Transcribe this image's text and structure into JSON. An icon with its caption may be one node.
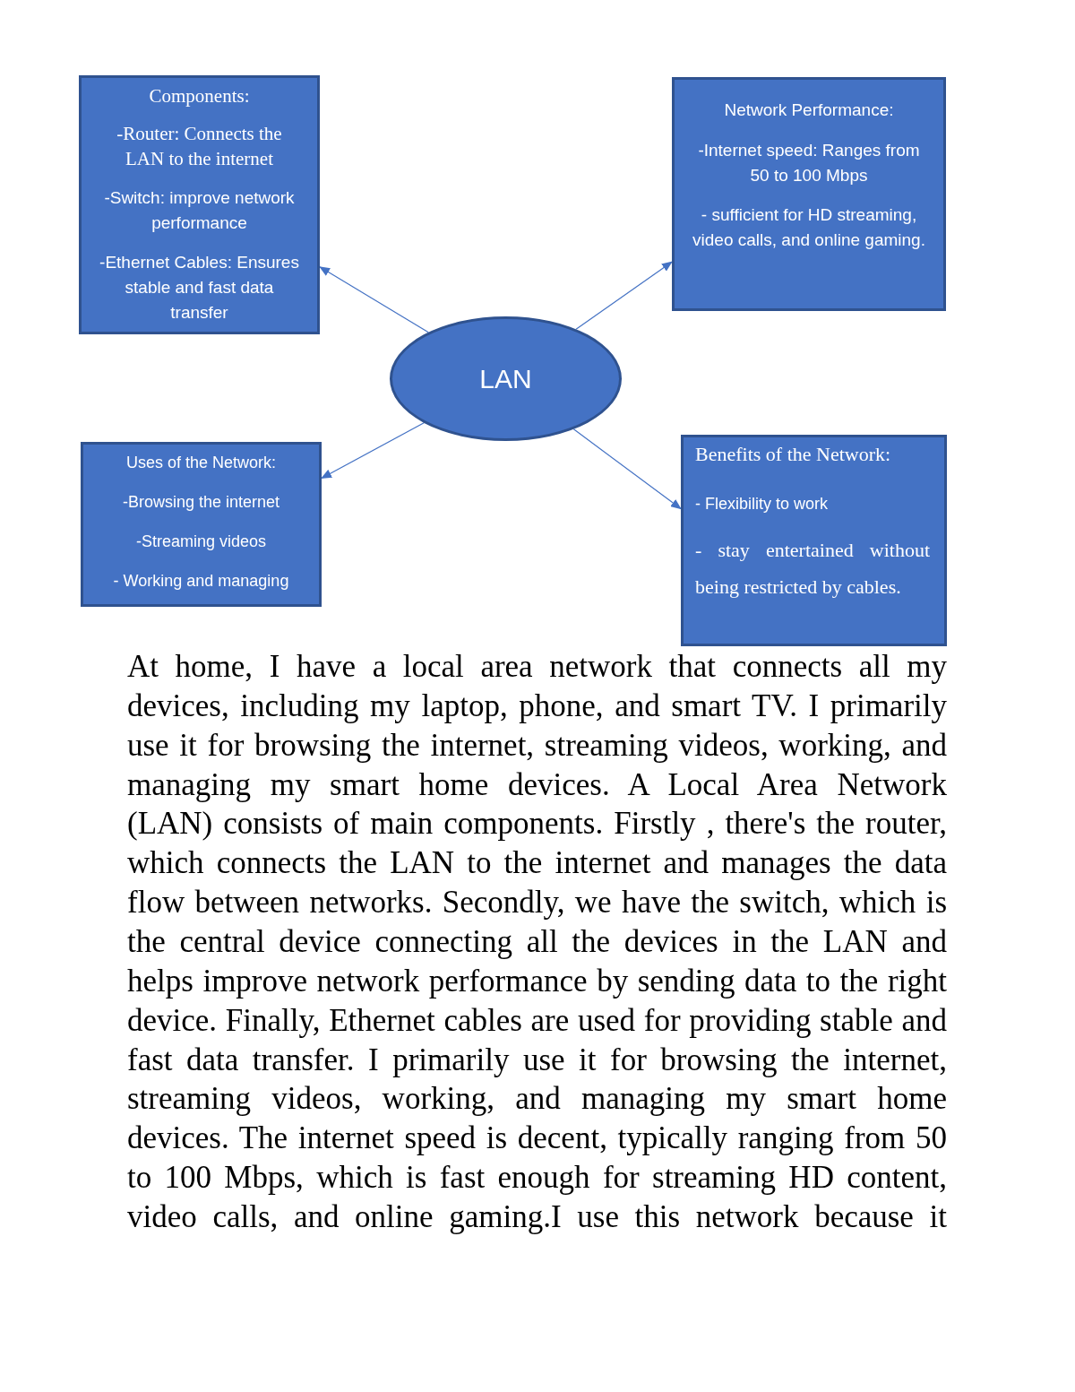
{
  "diagram": {
    "nodes": [
      {
        "text": [
          "Components:",
          "-Router: Connects the LAN to the internet",
          "-Switch: improve network performance",
          "-Ethernet Cables: Ensures stable and fast data transfer"
        ]
      },
      {
        "text": [
          "Network Performance:",
          "-Internet speed: Ranges from 50 to 100 Mbps",
          "- sufficient for HD streaming, video calls, and online gaming."
        ]
      },
      {
        "text": [
          "LAN"
        ]
      },
      {
        "text": [
          "Uses of the Network:",
          "-Browsing the internet",
          "-Streaming videos",
          "- Working and managing"
        ]
      },
      {
        "text": [
          "Benefits of the Network:",
          "- Flexibility to work",
          "- stay entertained without being restricted by cables."
        ]
      }
    ],
    "edges": [
      {
        "from": 2,
        "to": 0,
        "arrow": "to"
      },
      {
        "from": 2,
        "to": 1,
        "arrow": "to"
      },
      {
        "from": 2,
        "to": 3,
        "arrow": "to"
      },
      {
        "from": 2,
        "to": 4,
        "arrow": "to"
      }
    ],
    "labels": [
      "At home, I have a local area network that connects all my devices, including my laptop, phone, and smart TV. I primarily use it for browsing the internet, streaming videos, working, and managing my smart home devices. A Local Area Network (LAN) consists of main components. Firstly , there's the router, which connects the LAN to the internet and manages the data flow between networks. Secondly, we have the switch, which is the central device connecting all the devices in the LAN and helps improve network performance by sending data to the right device. Finally, Ethernet cables are used for providing stable and fast data transfer. I primarily use it for browsing the internet, streaming videos, working, and managing my smart home devices. The internet speed is decent, typically ranging from 50 to 100 Mbps, which is fast enough for streaming HD content, video calls, and online gaming.I use this network because it"
    ]
  }
}
